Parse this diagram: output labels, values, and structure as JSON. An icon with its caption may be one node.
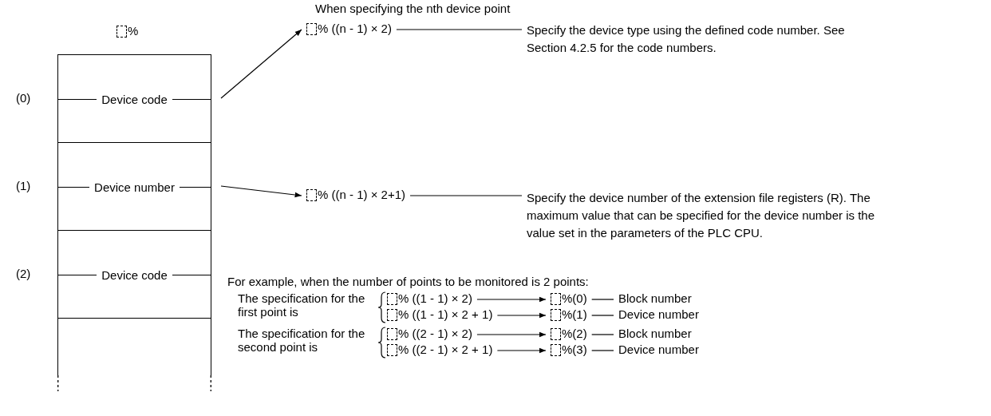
{
  "diagram": {
    "nodes": [
      {
        "text": [
          "%"
        ]
      },
      {
        "text": [
          "Device code"
        ],
        "in": 0,
        "beside": [
          "(0)"
        ]
      },
      {
        "text": [
          "Device number"
        ],
        "in": 0,
        "beside": [
          "(1)"
        ]
      },
      {
        "text": [
          "Device code"
        ],
        "in": 0,
        "beside": [
          "(2)"
        ]
      },
      {
        "text": [],
        "shape": "box",
        "in": 0
      },
      {
        "text": [
          "% ((n - 1) × 2)"
        ]
      },
      {
        "text": [
          "% ((n - 1) × 2+1)"
        ]
      },
      {
        "text": [
          "Specify the device type using the defined code number. See Section 4.2.5 for the code numbers."
        ]
      },
      {
        "text": [
          "Specify the device number of the extension file registers (R). The maximum value that can be specified for the device number is the value set in the parameters of the PLC CPU."
        ]
      },
      {
        "text": [
          "The specification for the first point is"
        ]
      },
      {
        "text": [
          "% ((1 - 1) × 2)"
        ]
      },
      {
        "text": [
          "% ((1 - 1) × 2 + 1)"
        ]
      },
      {
        "text": [
          "%(0)"
        ]
      },
      {
        "text": [
          "Block number"
        ]
      },
      {
        "text": [
          "%(1)"
        ]
      },
      {
        "text": [
          "Device number"
        ]
      },
      {
        "text": [
          "The specification for the second point is"
        ]
      },
      {
        "text": [
          "% ((2 - 1) × 2)"
        ]
      },
      {
        "text": [
          "% ((2 - 1) × 2 + 1)"
        ]
      },
      {
        "text": [
          "%(2)"
        ]
      },
      {
        "text": [
          "Block number"
        ]
      },
      {
        "text": [
          "%(3)"
        ]
      },
      {
        "text": [
          "Device number"
        ]
      }
    ],
    "edges": [
      {
        "from": 1,
        "to": 5,
        "arrow": "to"
      },
      {
        "from": 2,
        "to": 6,
        "arrow": "to"
      },
      {
        "from": 5,
        "to": 7,
        "arrow": "none"
      },
      {
        "from": 6,
        "to": 8,
        "arrow": "none"
      },
      {
        "from": 10,
        "to": 12,
        "arrow": "to"
      },
      {
        "from": 12,
        "to": 13,
        "arrow": "none"
      },
      {
        "from": 11,
        "to": 14,
        "arrow": "to"
      },
      {
        "from": 14,
        "to": 15,
        "arrow": "none"
      },
      {
        "from": 17,
        "to": 19,
        "arrow": "to"
      },
      {
        "from": 19,
        "to": 20,
        "arrow": "none"
      },
      {
        "from": 18,
        "to": 21,
        "arrow": "to"
      },
      {
        "from": 21,
        "to": 22,
        "arrow": "none"
      }
    ],
    "labels": [
      "When specifying the nth device point",
      "For example, when the number of points to be monitored is 2 points:"
    ]
  }
}
